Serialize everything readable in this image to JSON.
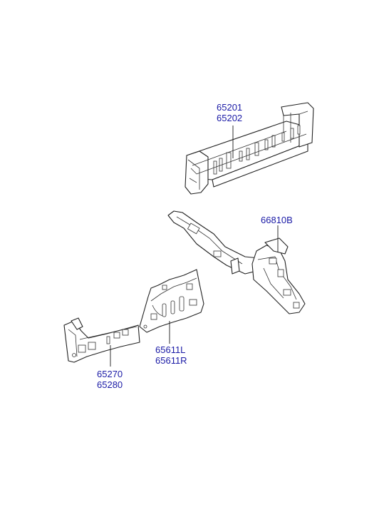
{
  "labels": {
    "rear_crossmember": {
      "line1": "65201",
      "line2": "65202"
    },
    "rear_frame": {
      "line1": "66810B"
    },
    "side_sill": {
      "line1": "65270",
      "line2": "65280"
    },
    "rear_side_panel": {
      "line1": "65611L",
      "line2": "65611R"
    }
  },
  "colors": {
    "label": "#1a1aa6",
    "line": "#222222"
  }
}
